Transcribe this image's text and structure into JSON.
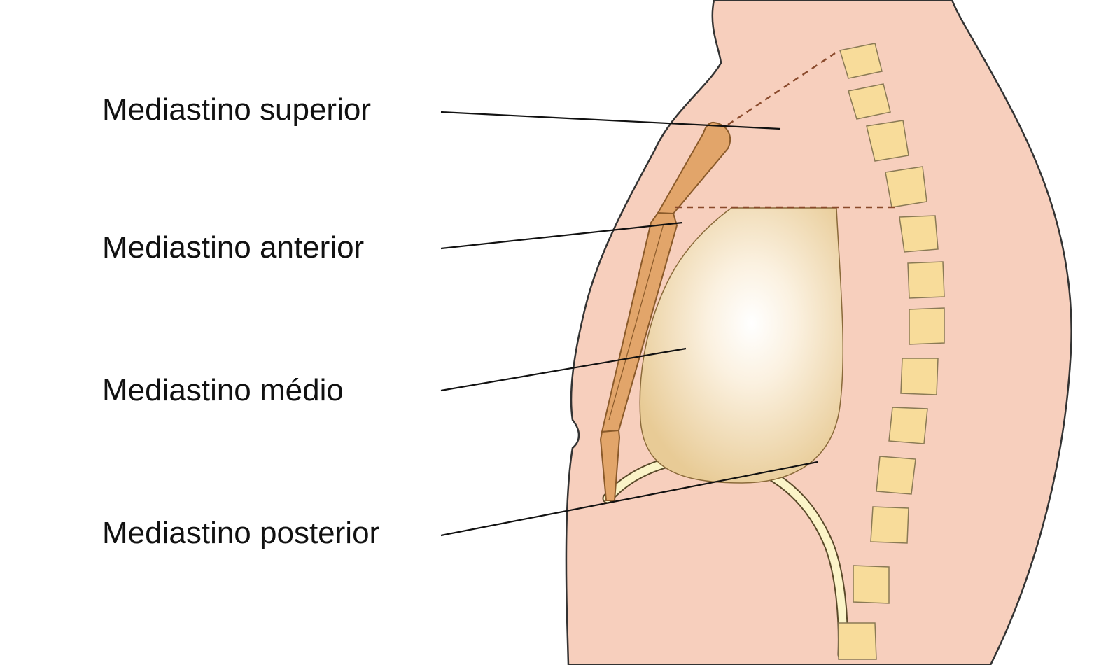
{
  "labels": {
    "superior": "Mediastino superior",
    "anterior": "Mediastino anterior",
    "medio": "Mediastino médio",
    "posterior": "Mediastino posterior"
  },
  "colors": {
    "body": "#f7cfbd",
    "outline": "#333333",
    "vertebra": "#f8dc9a",
    "sternum": "#e2a56a",
    "heart_center": "#ffffff",
    "heart_edge": "#e8cb96",
    "diaphragm": "#fbf4c8",
    "dashed_line": "#8a4a2c",
    "leader_line": "#111111"
  }
}
